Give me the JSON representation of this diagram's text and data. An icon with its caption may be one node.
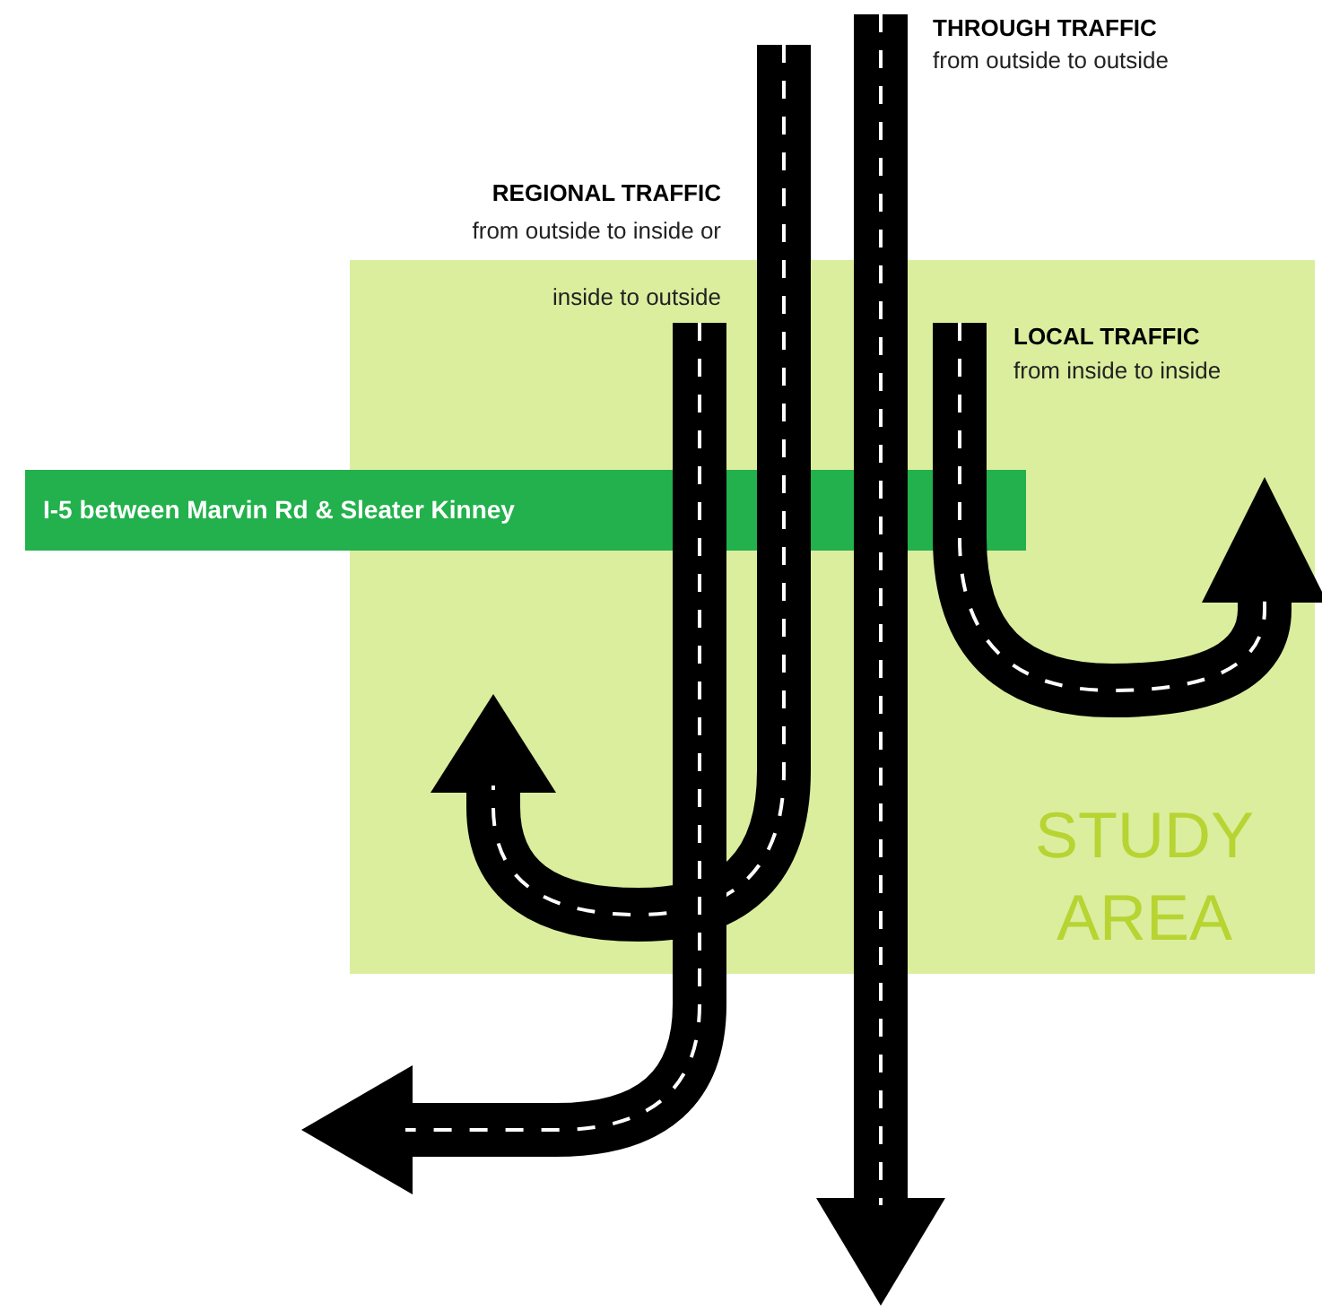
{
  "diagram": {
    "nodes": [
      {
        "text": [
          "STUDY AREA"
        ]
      },
      {
        "text": [
          "I-5 between Marvin Rd & Sleater Kinney"
        ]
      }
    ],
    "labels": [
      "THROUGH TRAFFIC",
      "from outside to outside",
      "REGIONAL TRAFFIC",
      "from outside to inside or inside to outside",
      "LOCAL TRAFFIC",
      "from inside to inside"
    ]
  }
}
